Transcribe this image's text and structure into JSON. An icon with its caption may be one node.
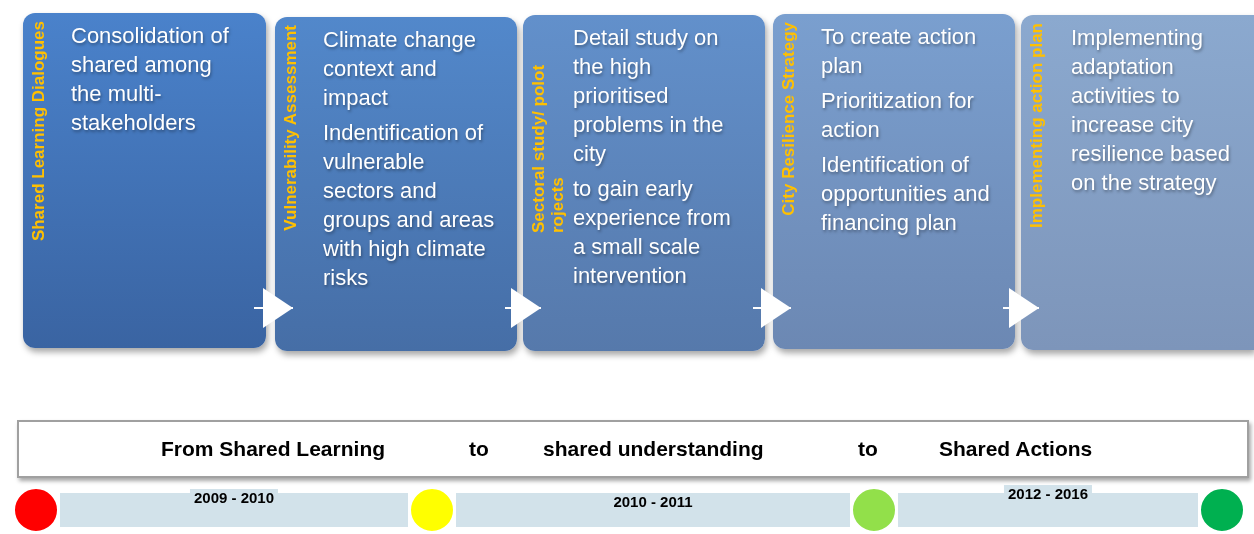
{
  "diagram": {
    "nodes": [
      {
        "text": [
          "Shared Learning Dialogues",
          "Consolidation of shared among the multi-stakeholders"
        ]
      },
      {
        "text": [
          "Vulnerability Assessment",
          "Climate change context and impact",
          "Indentification of vulnerable sectors and groups and areas with high climate risks"
        ]
      },
      {
        "text": [
          "Sectoral study/ polot rojects",
          "Detail study on the high prioritised problems in the city",
          "to gain early experience from a small scale intervention"
        ]
      },
      {
        "text": [
          "City Resilience Strategy",
          "To create action plan",
          "Prioritization for action",
          "Identification of opportunities and financing plan"
        ]
      },
      {
        "text": [
          "Implementing action plan",
          "Implementing adaptation activities to increase city resilience based on the strategy"
        ]
      },
      {
        "text": [
          "From Shared Learning",
          "to",
          "shared understanding",
          "to",
          "Shared Actions"
        ]
      },
      {
        "text": [],
        "shape": "circle"
      },
      {
        "text": [],
        "shape": "circle"
      },
      {
        "text": [],
        "shape": "circle"
      },
      {
        "text": [],
        "shape": "circle"
      }
    ],
    "edges": [
      {
        "from": 0,
        "to": 1,
        "arrow": "to"
      },
      {
        "from": 1,
        "to": 2,
        "arrow": "to"
      },
      {
        "from": 2,
        "to": 3,
        "arrow": "to"
      },
      {
        "from": 3,
        "to": 4,
        "arrow": "to"
      },
      {
        "from": 6,
        "to": 7,
        "arrow": "none",
        "label": "2009 - 2010",
        "style": "thick",
        "color": "#d2e2ea"
      },
      {
        "from": 7,
        "to": 8,
        "arrow": "none",
        "label": "2010 - 2011",
        "style": "thick",
        "color": "#d2e2ea"
      },
      {
        "from": 8,
        "to": 9,
        "arrow": "none",
        "label": "2012 - 2016",
        "style": "thick",
        "color": "#d2e2ea"
      }
    ]
  }
}
